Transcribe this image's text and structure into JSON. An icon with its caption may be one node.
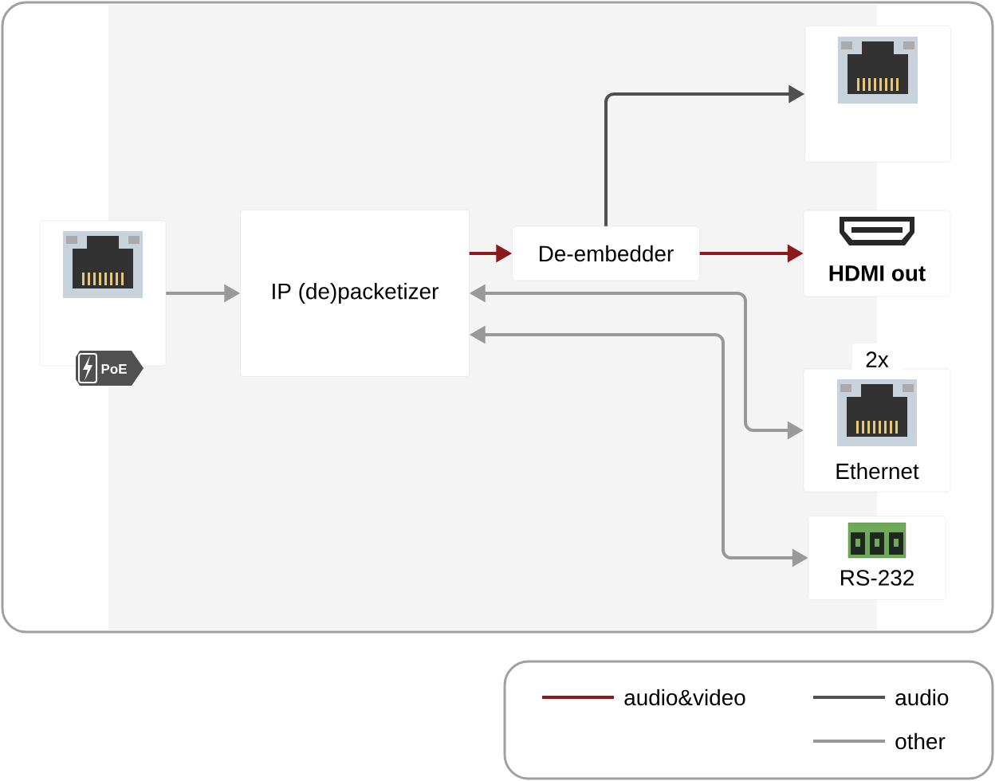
{
  "diagram": {
    "nodes": [
      {
        "text": [],
        "shape": "box",
        "beside": [
          "PoE"
        ]
      },
      {
        "text": [
          "IP (de)packetizer"
        ]
      },
      {
        "text": [
          "De-embedder"
        ]
      },
      {
        "text": [],
        "shape": "box"
      },
      {
        "text": [
          "HDMI out"
        ]
      },
      {
        "text": [
          "Ethernet"
        ],
        "beside": [
          "2x"
        ]
      },
      {
        "text": [
          "RS-232"
        ]
      }
    ],
    "edges": [
      {
        "from": 0,
        "to": 1,
        "arrow": "to",
        "color": "#999999"
      },
      {
        "from": 1,
        "to": 2,
        "arrow": "to",
        "color": "#8b1a1a"
      },
      {
        "from": 2,
        "to": 3,
        "arrow": "to",
        "color": "#505050"
      },
      {
        "from": 2,
        "to": 4,
        "arrow": "to",
        "color": "#8b1a1a"
      },
      {
        "from": 1,
        "to": 5,
        "arrow": "both",
        "color": "#999999"
      },
      {
        "from": 1,
        "to": 6,
        "arrow": "both",
        "color": "#999999"
      }
    ],
    "legend": [
      {
        "text": "audio&video"
      },
      {
        "text": "audio"
      },
      {
        "text": "other"
      }
    ]
  }
}
